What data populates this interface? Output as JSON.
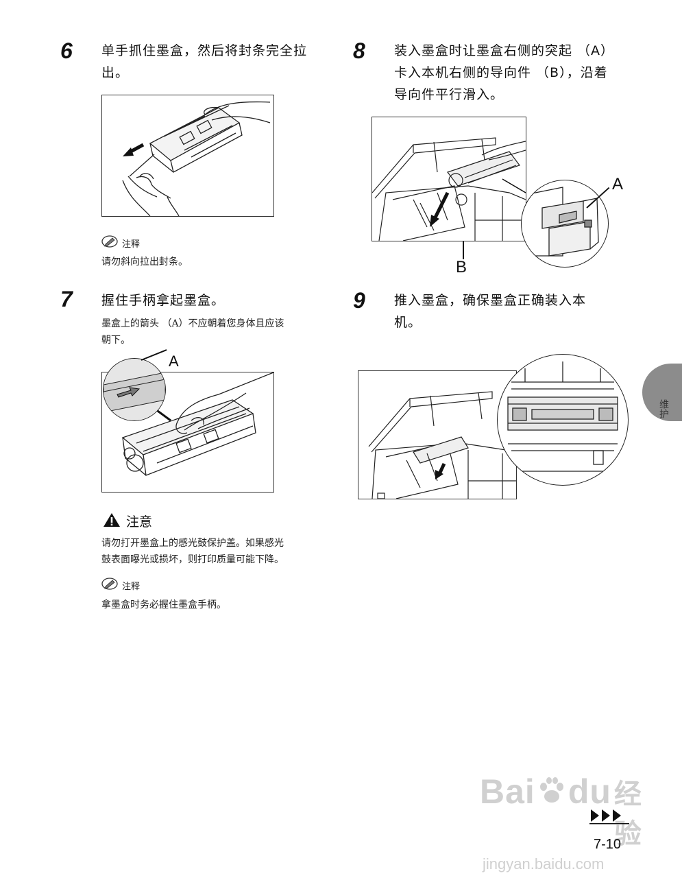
{
  "steps": [
    {
      "number": "6",
      "title_lines": [
        "单手抓住墨盒，然后将封条完全拉",
        "出。"
      ]
    },
    {
      "number": "7",
      "title_lines": [
        "握住手柄拿起墨盒。"
      ],
      "desc_lines": [
        "墨盒上的箭头 （A）不应朝着您身体且应该",
        "朝下。"
      ]
    },
    {
      "number": "8",
      "title_lines": [
        "装入墨盒时让墨盒右侧的突起 （A）",
        "卡入本机右侧的导向件 （B），沿着",
        "导向件平行滑入。"
      ]
    },
    {
      "number": "9",
      "title_lines": [
        "推入墨盒，确保墨盒正确装入本",
        "机。"
      ]
    }
  ],
  "notes": {
    "note1": {
      "heading": "注释",
      "text": "请勿斜向拉出封条。",
      "icon": "pencil-note-icon"
    },
    "caution": {
      "heading": "注意",
      "lines": [
        "请勿打开墨盒上的感光鼓保护盖。如果感光",
        "鼓表面曝光或损坏，则打印质量可能下降。"
      ],
      "icon": "warning-icon"
    },
    "note2": {
      "heading": "注释",
      "text": "拿墨盒时务必握住墨盒手柄。",
      "icon": "pencil-note-icon"
    }
  },
  "callouts": {
    "fig7_a": "A",
    "fig8_a": "A",
    "fig8_b": "B"
  },
  "side_tab": {
    "label": "维护",
    "color": "#8c8c8c"
  },
  "footer": {
    "page_number": "7-10",
    "continue_icon": "continue-arrows-icon"
  },
  "watermark": {
    "brand_lines": [
      "Bai",
      "du",
      "经验"
    ],
    "url": "jingyan.baidu.com"
  }
}
